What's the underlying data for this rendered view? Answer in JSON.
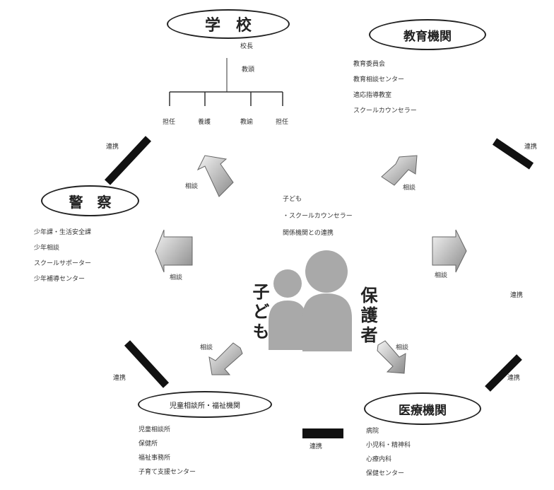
{
  "nodes": {
    "school": "学　校",
    "education_agency": "教育機関",
    "police": "警　察",
    "child_guidance": "児童相談所・福祉機関",
    "medical": "医療機関"
  },
  "people": {
    "child_label": "子ども",
    "guardian_label": "保護者"
  },
  "school_staff": [
    "校長",
    "教頭",
    "担任",
    "養護",
    "教諭",
    "担任"
  ],
  "education_items": [
    "教育委員会",
    "教育相談センター",
    "適応指導教室",
    "スクールカウンセラー"
  ],
  "police_items": [
    "少年課・生活安全課",
    "少年相談",
    "スクールサポーター",
    "少年補導センター"
  ],
  "child_guidance_items": [
    "児童相談所",
    "保健所",
    "福祉事務所",
    "子育て支援センター"
  ],
  "medical_items": [
    "病院",
    "小児科・精神科",
    "心療内科",
    "保健センター"
  ],
  "center_text": [
    "子ども",
    "・スクールカウンセラー",
    "関係機関との連携"
  ],
  "arrow_labels": [
    "相談",
    "相談",
    "相談",
    "相談",
    "相談",
    "相談"
  ],
  "link_labels": [
    "連携",
    "連携",
    "連携",
    "連携",
    "連携",
    "連携"
  ]
}
